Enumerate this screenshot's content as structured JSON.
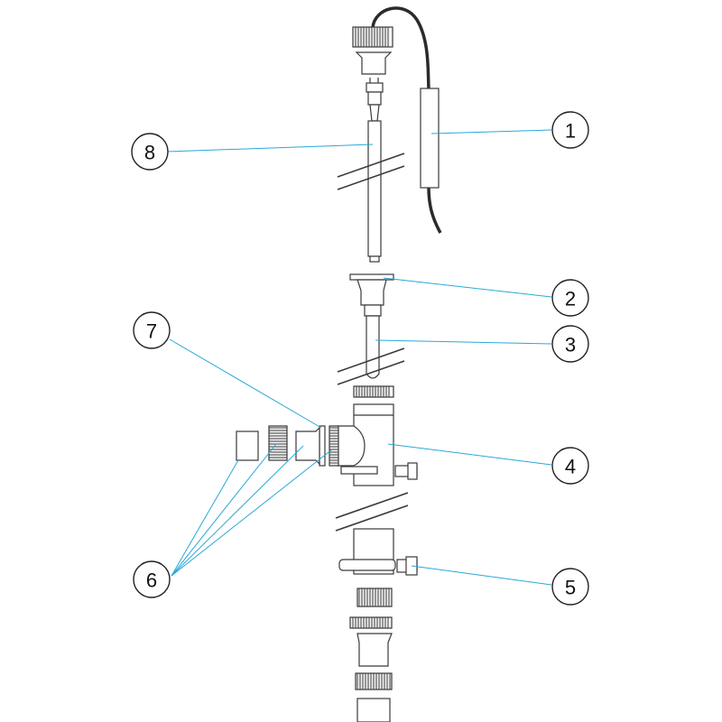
{
  "callouts": {
    "c1": "1",
    "c2": "2",
    "c3": "3",
    "c4": "4",
    "c5": "5",
    "c6": "6",
    "c7": "7",
    "c8": "8"
  },
  "colors": {
    "leader": "#2aa8d8",
    "outline": "#3a3a3a",
    "cable": "#2b2b2b"
  }
}
